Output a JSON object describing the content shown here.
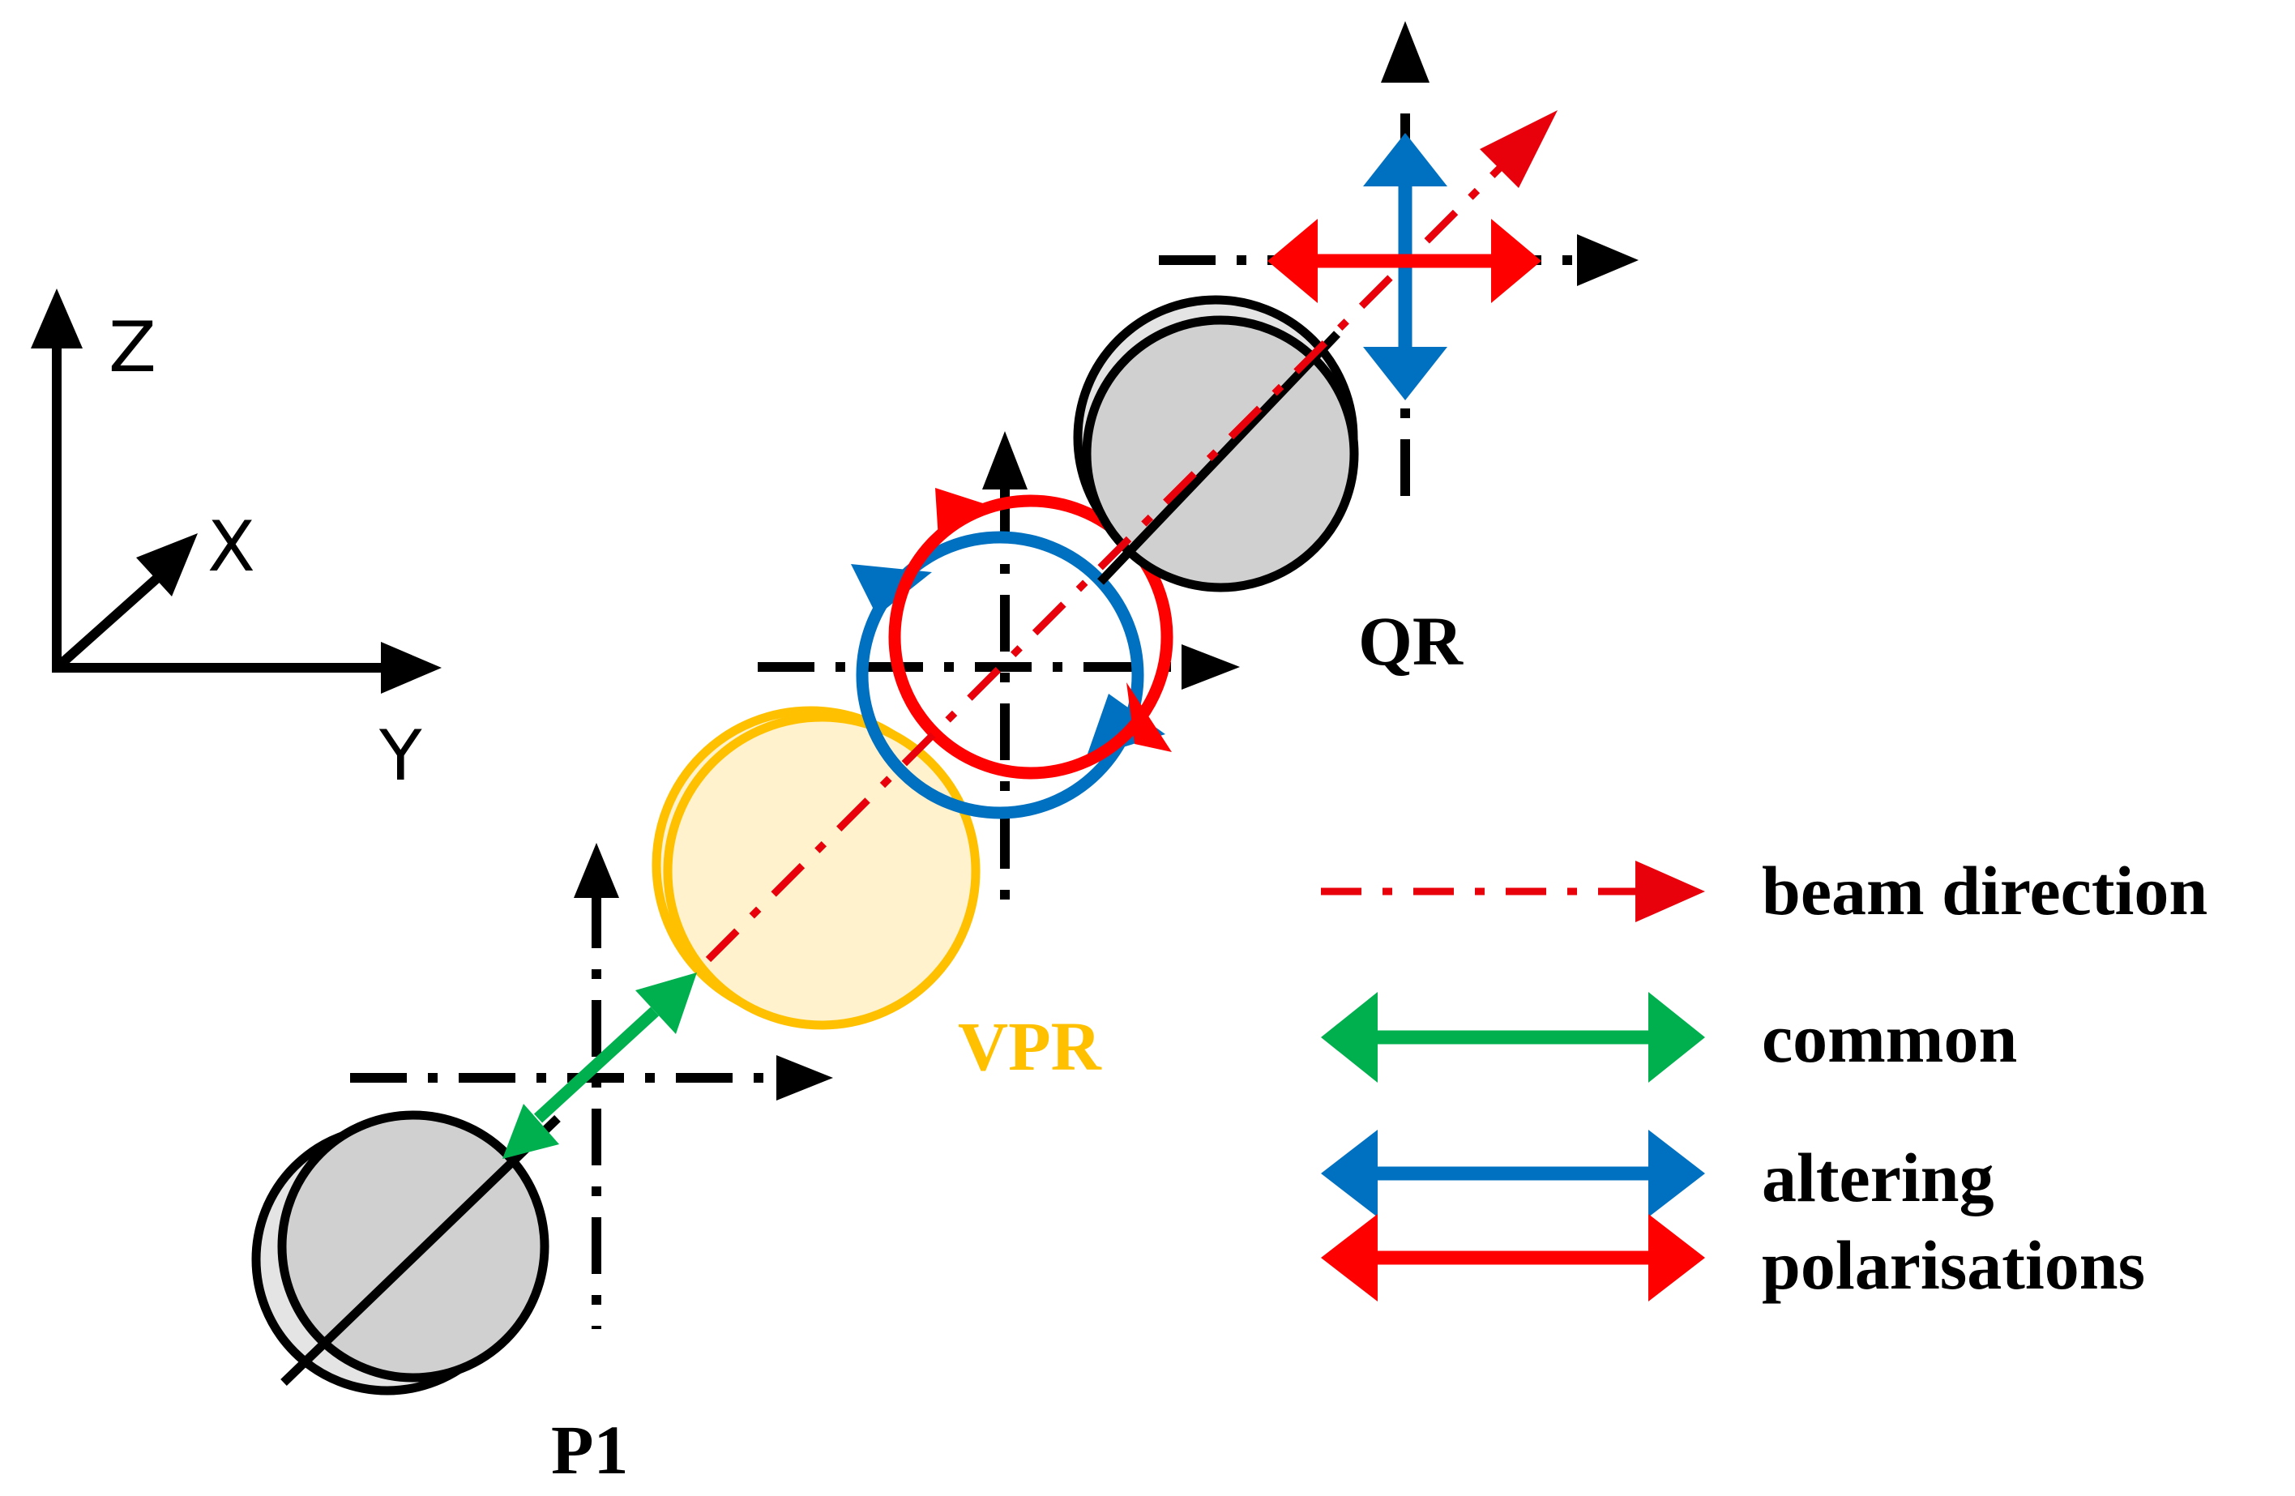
{
  "axes_labels": {
    "z": "Z",
    "x": "X",
    "y": "Y"
  },
  "components": {
    "p1": "P1",
    "vpr": "VPR",
    "qr": "QR"
  },
  "legend": {
    "beam": "beam direction",
    "common": "common",
    "altering_line1": "altering",
    "altering_line2": "polarisations"
  },
  "colors": {
    "beam": "#e8000b",
    "common": "#00b04f",
    "blue": "#0070c0",
    "red": "#ff0000",
    "vpr": "#ffc000",
    "vpr_fill": "#fff2cc",
    "optic_fill": "#d0d0d0"
  }
}
